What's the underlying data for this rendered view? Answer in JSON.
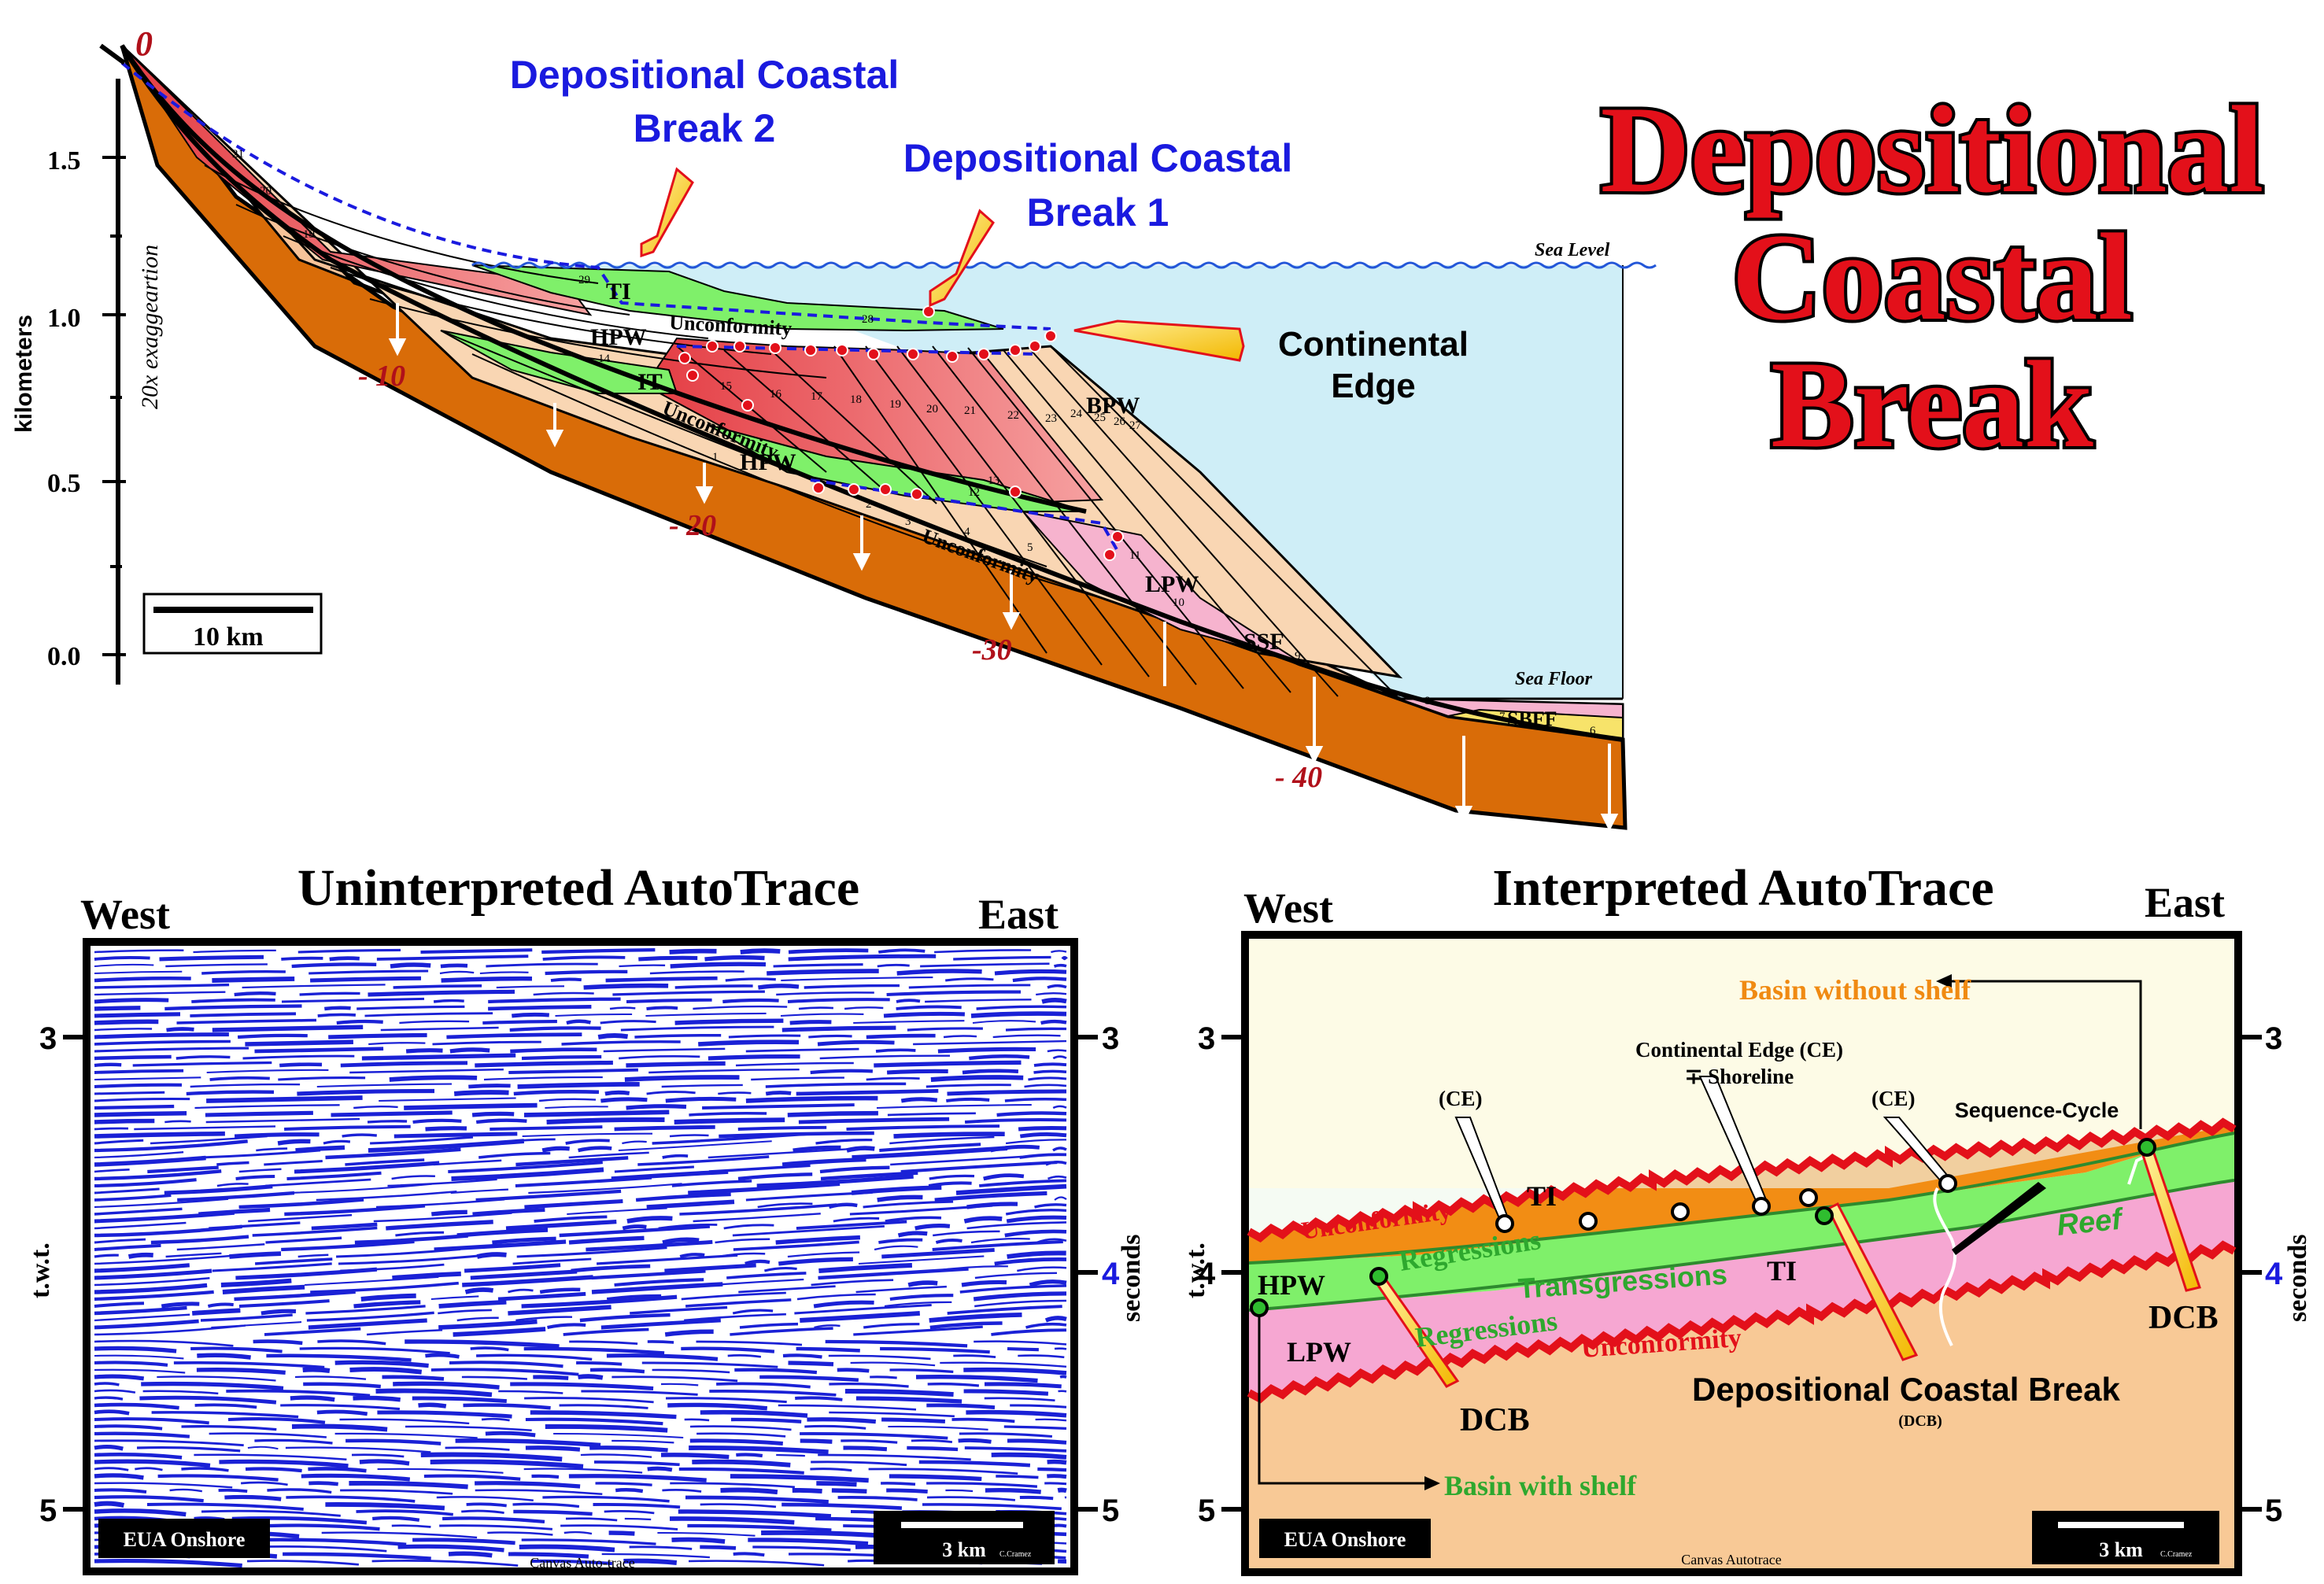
{
  "title": {
    "line1": "Depositional",
    "line2": "Coastal",
    "line3": "Break"
  },
  "top": {
    "zero_label": "0",
    "y_axis_label": "kilometers",
    "y_ticks": [
      "1.5",
      "1.0",
      "0.5",
      "0.0"
    ],
    "exaggeration": "20x exaggeartion",
    "scale_bar": "10 km",
    "dcb2_line1": "Depositional Coastal",
    "dcb2_line2": "Break 2",
    "dcb1_line1": "Depositional Coastal",
    "dcb1_line2": "Break 1",
    "continental_edge_line1": "Continental",
    "continental_edge_line2": "Edge",
    "sea_level": "Sea Level",
    "sea_floor": "Sea Floor",
    "subsidence": [
      "- 10",
      "- 20",
      "-30",
      "- 40"
    ],
    "labels": {
      "ti": "TI",
      "hpw1": "HPW",
      "it": "IT",
      "hpw2": "HPW",
      "bpw": "BPW",
      "lpw": "LPW",
      "ssf": "SSF",
      "sbff": "SBFF",
      "unconf1": "Unconformity",
      "unconf2": "Unconformity",
      "unconf3": "Unconformity"
    },
    "numbers": [
      "21",
      "20",
      "19",
      "29",
      "28",
      "14",
      "15",
      "16",
      "17",
      "18",
      "19",
      "20",
      "21",
      "22",
      "23",
      "24",
      "25",
      "26",
      "27",
      "13",
      "12",
      "1",
      "2",
      "3",
      "4",
      "5",
      "11",
      "10",
      "9",
      "8",
      "7",
      "6"
    ]
  },
  "left_panel": {
    "title": "Uninterpreted AutoTrace",
    "west": "West",
    "east": "East",
    "ticks_left": [
      "3",
      "5"
    ],
    "ticks_right": [
      "3",
      "4",
      "5"
    ],
    "axis_left": "t.w.t.",
    "axis_right": "seconds",
    "badge": "EUA Onshore",
    "scale": "3 km",
    "credit": "C.Cramez",
    "footer": "Canvas Auto-trace"
  },
  "right_panel": {
    "title": "Interpreted AutoTrace",
    "west": "West",
    "east": "East",
    "ticks_left": [
      "3",
      "4",
      "5"
    ],
    "ticks_right": [
      "3",
      "4",
      "5"
    ],
    "axis_left": "t.w.t.",
    "axis_right": "seconds",
    "badge": "EUA Onshore",
    "scale": "3 km",
    "credit": "C.Cramez",
    "footer": "Canvas Autotrace",
    "basin_without_shelf": "Basin without shelf",
    "basin_with_shelf": "Basin with shelf",
    "ce_label1": "Continental Edge (CE)",
    "ce_label2": "∓ Shoreline",
    "ce_left": "(CE)",
    "ce_right": "(CE)",
    "sequence_cycle": "Sequence-Cycle",
    "ti_left": "TI",
    "ti_mid": "TI",
    "unconformity_top": "Unconformity",
    "unconformity_bottom": "Unconformity",
    "regressions_top": "Regressions",
    "transgressions": "Transgressions",
    "regressions_bottom": "Regressions",
    "reef": "Reef",
    "hpw": "HPW",
    "lpw": "LPW",
    "dcb_left": "DCB",
    "dcb_right": "DCB",
    "dcb_full": "Depositional Coastal Break",
    "dcb_abbrev": "(DCB)"
  },
  "colors": {
    "blue_text": "#1a1adf",
    "title_red": "#e3101a",
    "orange": "#d96c08",
    "green": "#7ff06a",
    "pink": "#f6a7c9",
    "seismic": "#1a21d6",
    "sea": "#cfeef7"
  }
}
